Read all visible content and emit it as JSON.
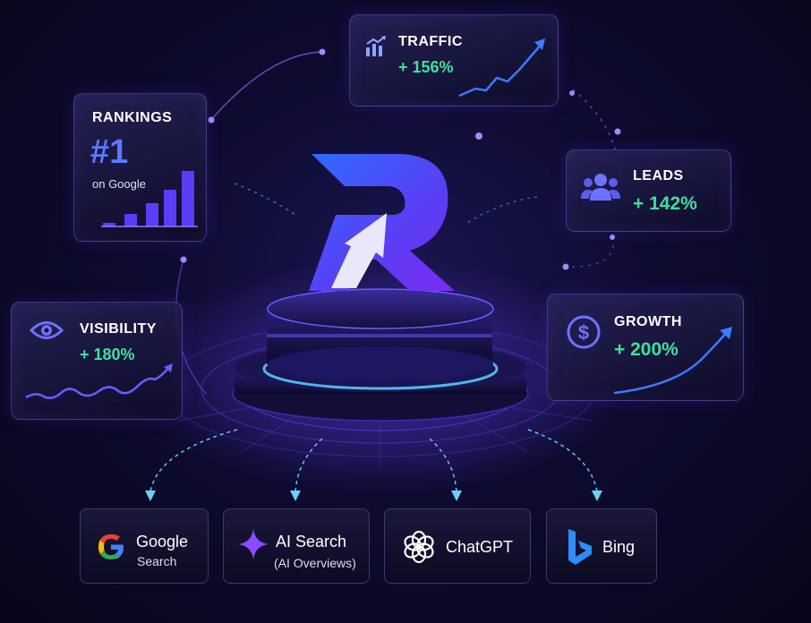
{
  "stats": {
    "traffic": {
      "title": "TRAFFIC",
      "value": "+ 156%",
      "icon": "bar-chart-icon"
    },
    "rankings": {
      "title": "RANKINGS",
      "value": "#1",
      "sub": "on Google"
    },
    "leads": {
      "title": "LEADS",
      "value": "+ 142%",
      "icon": "users-icon"
    },
    "visibility": {
      "title": "VISIBILITY",
      "value": "+ 180%",
      "icon": "eye-icon"
    },
    "growth": {
      "title": "GROWTH",
      "value": "+ 200%",
      "icon": "dollar-icon"
    }
  },
  "platforms": [
    {
      "name": "Google",
      "sub": "Search",
      "icon": "google-icon"
    },
    {
      "name": "AI Search",
      "sub": "(AI Overviews)",
      "icon": "sparkle-icon"
    },
    {
      "name": "ChatGPT",
      "icon": "openai-icon"
    },
    {
      "name": "Bing",
      "icon": "bing-icon"
    }
  ],
  "colors": {
    "accent": "#5b3df5",
    "positive": "#3ee09a",
    "background": "#0b0a24"
  }
}
